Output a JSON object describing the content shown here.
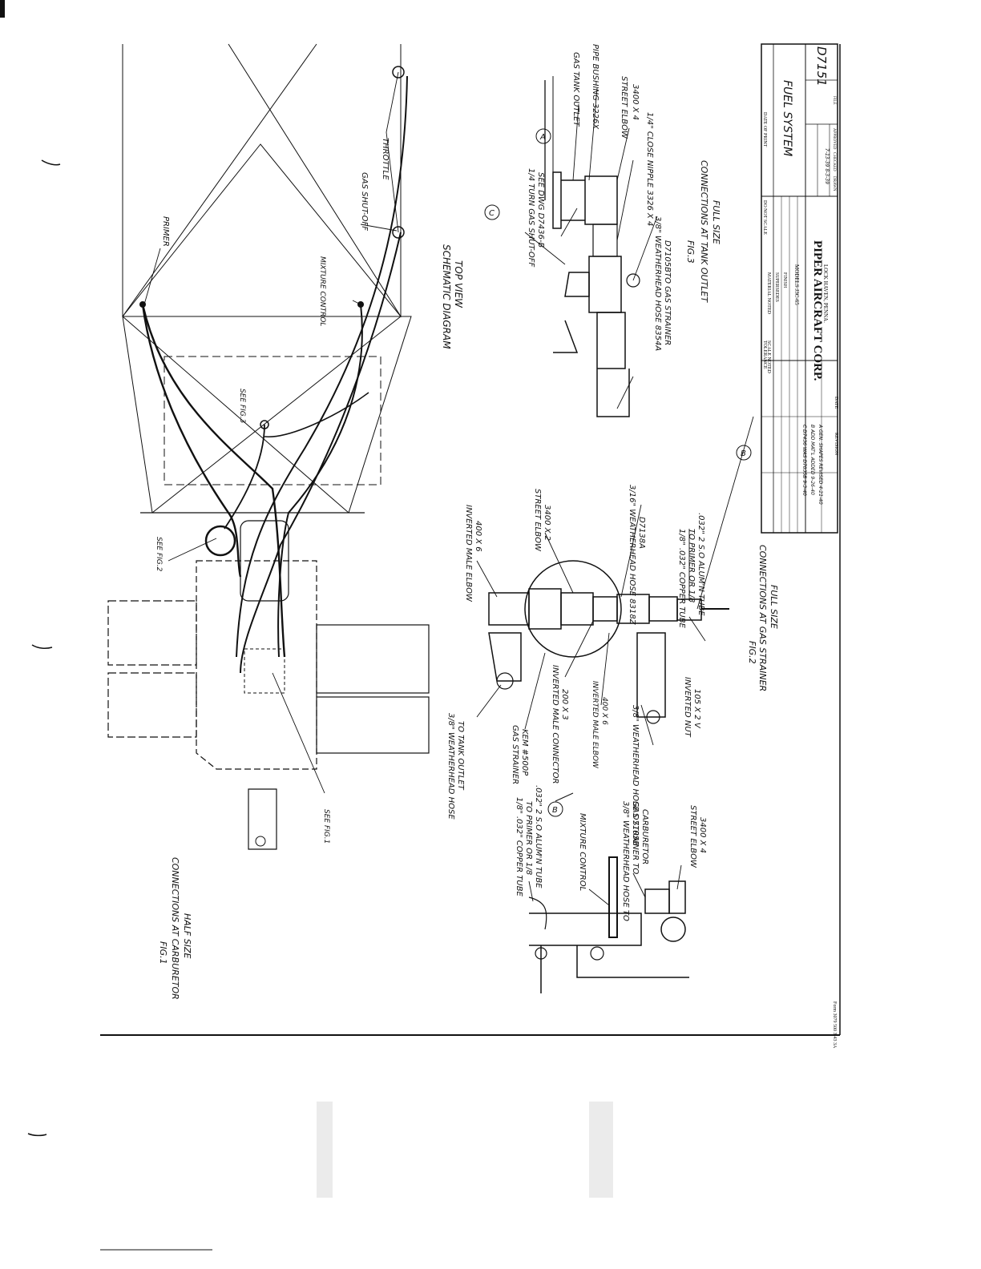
{
  "schematic": {
    "title": "SCHEMATIC DIAGRAM",
    "subtitle": "TOP VIEW",
    "labels": {
      "primer": "PRIMER",
      "mixture_control": "MIXTURE CONTROL",
      "gas_shutoff": "GAS SHUT-OFF",
      "throttle": "THROTTLE",
      "see_fig3": "SEE FIG.3",
      "see_fig2": "SEE FIG.2",
      "see_fig1": "SEE FIG.1"
    }
  },
  "fig3": {
    "title": "FIG.3",
    "subtitle1": "CONNECTIONS AT TANK OUTLET",
    "subtitle2": "FULL SIZE",
    "callouts": {
      "gas_tank_outlet": "GAS TANK OUTLET",
      "pipe_bushing": "PIPE BUSHING 3226X",
      "street_elbow": "STREET ELBOW",
      "street_elbow_no": "3400 X 4",
      "close_nipple": "1/4\" CLOSE NIPPLE 3326 X 4",
      "turn_gas_shutoff": "1/4 TURN GAS SHUT-OFF",
      "see_dwg": "SEE DWG D7436-B",
      "weatherhead_hose": "3/8\" WEATHERHEAD HOSE 8354A",
      "hose_no": "D7105B",
      "to_gas_strainer": "TO GAS STRAINER",
      "marker_a": "A",
      "marker_c": "C"
    }
  },
  "fig2": {
    "title": "FIG.2",
    "subtitle1": "CONNECTIONS AT GAS STRAINER",
    "subtitle2": "FULL SIZE",
    "callouts": {
      "inverted_male_elbow_top": "INVERTED MALE ELBOW",
      "inverted_male_elbow_top_no": "400 X 6",
      "street_elbow": "STREET ELBOW",
      "street_elbow_no": "3400 X 2",
      "weatherhead_hose_3_16": "3/16\" WEATHERHEAD HOSE 8318Z",
      "hose_3_16_no": "D7138A",
      "copper_tube": "1/8\" .032\" COPPER TUBE",
      "to_primer": "TO PRIMER OR 1/8",
      "alum_tube": ".032\" 2 S.O ALUM'N TUBE",
      "weatherhead_to_tank": "3/8\" WEATHERHEAD HOSE",
      "to_tank_outlet": "TO TANK OUTLET",
      "gas_strainer": "GAS STRAINER",
      "kem": "KEM #500P",
      "inverted_male_connector": "INVERTED MALE CONNECTOR",
      "connector_no": "200 X 3",
      "inverted_male_elbow_bot": "INVERTED MALE ELBOW",
      "inverted_male_elbow_bot_no": "400 X 6",
      "weatherhead_d7105b": "3/8\" WEATHERHEAD HOSE D7105B",
      "to_carburetor": "GAS STRAINER TO CARBURETOR",
      "inverted_nut": "INVERTED NUT",
      "nut_no": "105 X 2 V",
      "marker_b": "B"
    }
  },
  "fig1": {
    "title": "FIG.1",
    "subtitle1": "CONNECTIONS AT CARBURETOR",
    "subtitle2": "HALF SIZE",
    "callouts": {
      "copper_tube": "1/8\" .032\" COPPER TUBE",
      "to_primer": "TO PRIMER OR 1/8",
      "alum_tube": ".032\" 2 S.O ALUM'N TUBE",
      "mixture_control": "MIXTURE CONTROL",
      "weatherhead": "3/8\" WEATHERHEAD HOSE TO",
      "gas_strainer_to": "GAS STRAINER TO",
      "carburetor": "CARBURETOR",
      "street_elbow": "STREET ELBOW",
      "street_elbow_no": "3400 X 4",
      "marker_b": "B"
    }
  },
  "title_block": {
    "date_of_print": "DATE OF PRINT",
    "do_not_scale": "DO NOT SCALE",
    "tolerance": "TOLERANCE",
    "scale": "SCALE NOTED",
    "material": "MATERIAL NOTED",
    "supersedes": "SUPERSEDES",
    "finish": "FINISH",
    "models": "MODELS J3C-65",
    "company": "PIPER AIRCRAFT CORP.",
    "location": "LOCK HAVEN, PENNA.",
    "drawing_title": "FUEL SYSTEM",
    "drawing_no": "D7151",
    "revisions": [
      "C  D7436 WAS D7035B 9-3-40",
      "B  ADD MAT'L ADDED 9-26-40",
      "A  GEN. SHAPES REVISED 4-21-40"
    ],
    "revision_header": "REVISION",
    "date_header": "DATE",
    "drawn": "DRAWN",
    "checked": "CHECKED",
    "approved": "APPROVED",
    "file": "FILE",
    "dates": "7-13-39  8-3-39"
  },
  "form_no": "Form 3079 500 3-43 3A"
}
